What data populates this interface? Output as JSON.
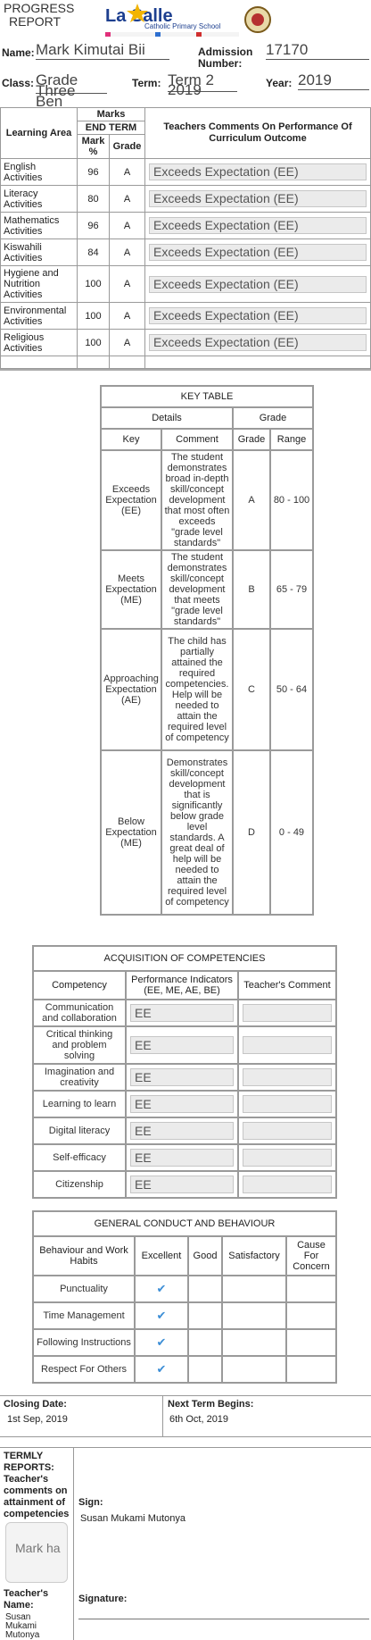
{
  "header": {
    "title_line1": "PROGRESS",
    "title_line2": "REPORT",
    "school_name": "La Salle",
    "school_subtitle": "Catholic Primary School"
  },
  "student": {
    "name_label": "Name:",
    "name_value": "Mark Kimutai Bii",
    "admission_label_1": "Admission",
    "admission_label_2": "Number:",
    "admission_value": "17170",
    "class_label": "Class:",
    "class_value_1": "Grade",
    "class_value_2": "Three",
    "class_value_3": "Ben",
    "term_label": "Term:",
    "term_value_1": "Term 2",
    "term_value_2": "2019",
    "year_label": "Year:",
    "year_value": "2019"
  },
  "results": {
    "col_area": "Learning Area",
    "col_marks": "Marks",
    "col_end_term": "END TERM",
    "col_mark_pct_1": "Mark",
    "col_mark_pct_2": "%",
    "col_grade": "Grade",
    "col_comments": "Teachers Comments On Performance Of Curriculum Outcome",
    "rows": [
      {
        "subject_1": "English",
        "subject_2": "Activities",
        "subject_3": "",
        "mark": "96",
        "grade": "A",
        "comment": "Exceeds Expectation (EE)"
      },
      {
        "subject_1": "Literacy",
        "subject_2": "Activities",
        "subject_3": "",
        "mark": "80",
        "grade": "A",
        "comment": "Exceeds Expectation (EE)"
      },
      {
        "subject_1": "Mathematics",
        "subject_2": "Activities",
        "subject_3": "",
        "mark": "96",
        "grade": "A",
        "comment": "Exceeds Expectation (EE)"
      },
      {
        "subject_1": "Kiswahili",
        "subject_2": "Activities",
        "subject_3": "",
        "mark": "84",
        "grade": "A",
        "comment": "Exceeds Expectation (EE)"
      },
      {
        "subject_1": "Hygiene and",
        "subject_2": "Nutrition",
        "subject_3": "Activities",
        "mark": "100",
        "grade": "A",
        "comment": "Exceeds Expectation (EE)"
      },
      {
        "subject_1": "Environmental",
        "subject_2": "Activities",
        "subject_3": "",
        "mark": "100",
        "grade": "A",
        "comment": "Exceeds Expectation (EE)"
      },
      {
        "subject_1": "Religious",
        "subject_2": "Activities",
        "subject_3": "",
        "mark": "100",
        "grade": "A",
        "comment": "Exceeds Expectation (EE)"
      }
    ]
  },
  "key_table": {
    "title": "KEY TABLE",
    "details": "Details",
    "grade": "Grade",
    "col_key": "Key",
    "col_comment": "Comment",
    "col_grade": "Grade",
    "col_range": "Range",
    "rows": [
      {
        "key": "Exceeds Expectation (EE)",
        "comment": "The student demonstrates broad in-depth skill/concept development that most often exceeds \"grade level standards\"",
        "grade": "A",
        "range": "80 - 100"
      },
      {
        "key": "Meets Expectation (ME)",
        "comment": "The student demonstrates skill/concept development that meets \"grade level standards\"",
        "grade": "B",
        "range": "65 - 79"
      },
      {
        "key": "Approaching Expectation (AE)",
        "comment": "The child has partially attained the required competencies. Help will be needed to attain the required level of competency",
        "grade": "C",
        "range": "50 - 64"
      },
      {
        "key": "Below Expectation (ME)",
        "comment": "Demonstrates skill/concept development that is significantly below grade level standards. A great deal of help will be needed to attain the required level of competency",
        "grade": "D",
        "range": "0 - 49"
      }
    ]
  },
  "competencies": {
    "title": "ACQUISITION OF COMPETENCIES",
    "col_competency": "Competency",
    "col_indicators": "Performance Indicators (EE, ME, AE, BE)",
    "col_comment": "Teacher's Comment",
    "rows": [
      {
        "name": "Communication and collaboration",
        "indicator": "EE",
        "comment": ""
      },
      {
        "name": "Critical thinking and problem solving",
        "indicator": "EE",
        "comment": ""
      },
      {
        "name": "Imagination and creativity",
        "indicator": "EE",
        "comment": ""
      },
      {
        "name": "Learning to learn",
        "indicator": "EE",
        "comment": ""
      },
      {
        "name": "Digital literacy",
        "indicator": "EE",
        "comment": ""
      },
      {
        "name": "Self-efficacy",
        "indicator": "EE",
        "comment": ""
      },
      {
        "name": "Citizenship",
        "indicator": "EE",
        "comment": ""
      }
    ]
  },
  "conduct": {
    "title": "GENERAL CONDUCT AND BEHAVIOUR",
    "col_habits": "Behaviour and Work Habits",
    "col_excellent": "Excellent",
    "col_good": "Good",
    "col_satisfactory": "Satisfactory",
    "col_concern": "Cause For Concern",
    "check_mark": "✔",
    "rows": [
      {
        "habit": "Punctuality",
        "rating": "excellent"
      },
      {
        "habit": "Time Management",
        "rating": "excellent"
      },
      {
        "habit": "Following Instructions",
        "rating": "excellent"
      },
      {
        "habit": "Respect For Others",
        "rating": "excellent"
      }
    ]
  },
  "footer": {
    "closing_label": "Closing Date:",
    "closing_value": "1st Sep, 2019",
    "next_term_label": "Next Term Begins:",
    "next_term_value": "6th Oct, 2019",
    "termly_1": "TERMLY",
    "termly_2": "REPORTS:",
    "termly_3": "Teacher's",
    "termly_4": "comments on",
    "termly_5": "attainment of",
    "termly_6": "competencies",
    "remarks_value": "Mark ha",
    "sign_label": "Sign:",
    "sign_name": "Susan Mukami Mutonya",
    "teacher_label_1": "Teacher's",
    "teacher_label_2": "Name:",
    "teacher_name_1": "Susan",
    "teacher_name_2": "Mukami",
    "teacher_name_3": "Mutonya",
    "signature_label": "Signature:"
  }
}
